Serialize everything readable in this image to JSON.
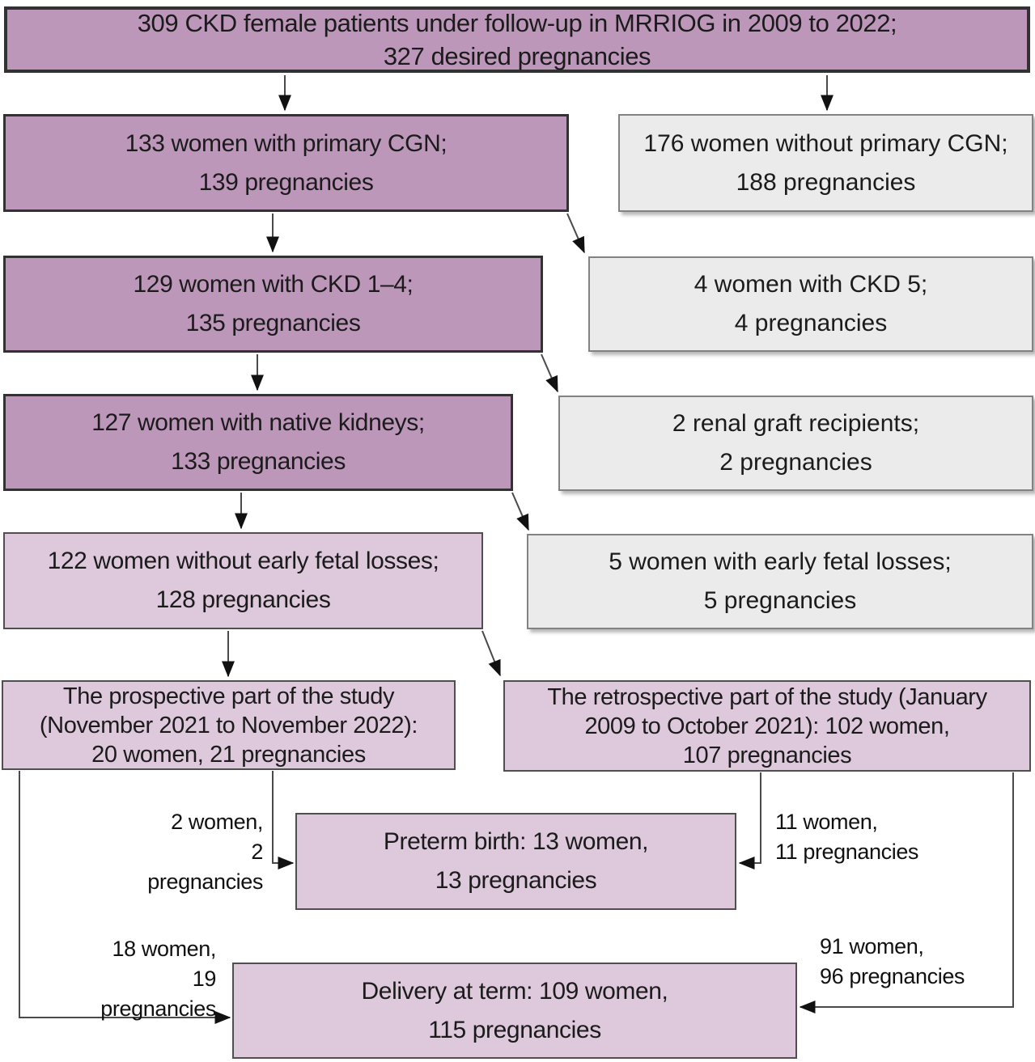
{
  "colors": {
    "dark_fill": "#bd97ba",
    "light_fill": "#ddc8dc",
    "gray_fill": "#ebebeb",
    "dark_border": "#323232",
    "light_border": "#4f4f4f",
    "gray_border": "#828282",
    "arrow_line": "#4a4a4a",
    "arrow_head": "#111111"
  },
  "nodes": {
    "root": {
      "lines": [
        "309 CKD female patients under follow-up in MRRIOG in 2009 to 2022;",
        "327 desired pregnancies"
      ]
    },
    "primary_cgn": {
      "lines": [
        "133 women with primary CGN;",
        "139 pregnancies"
      ]
    },
    "no_primary_cgn": {
      "lines": [
        "176 women without primary CGN;",
        "188 pregnancies"
      ]
    },
    "ckd_1_4": {
      "lines": [
        "129 women with CKD 1–4;",
        "135 pregnancies"
      ]
    },
    "ckd_5": {
      "lines": [
        "4 women with CKD 5;",
        "4 pregnancies"
      ]
    },
    "native_kidneys": {
      "lines": [
        "127 women with native kidneys;",
        "133 pregnancies"
      ]
    },
    "renal_graft": {
      "lines": [
        "2 renal graft recipients;",
        "2 pregnancies"
      ]
    },
    "without_early_fetal_losses": {
      "lines": [
        "122 women without early fetal losses;",
        "128 pregnancies"
      ]
    },
    "early_fetal_losses": {
      "lines": [
        "5 women with early fetal losses;",
        "5 pregnancies"
      ]
    },
    "prospective": {
      "lines": [
        "The prospective part of the study",
        "(November 2021 to November 2022):",
        "20 women, 21 pregnancies"
      ]
    },
    "retrospective": {
      "lines": [
        "The retrospective part of the study (January",
        "2009 to October 2021): 102 women,",
        "107 pregnancies"
      ]
    },
    "preterm": {
      "lines": [
        "Preterm birth: 13 women,",
        "13 pregnancies"
      ]
    },
    "delivery": {
      "lines": [
        "Delivery at term: 109 women,",
        "115 pregnancies"
      ]
    }
  },
  "edge_labels": {
    "prospective_to_preterm": {
      "lines": [
        "2 women,",
        "2 pregnancies"
      ]
    },
    "retrospective_to_preterm": {
      "lines": [
        "11 women,",
        "11 pregnancies"
      ]
    },
    "prospective_to_delivery": {
      "lines": [
        "18 women,",
        "19 pregnancies"
      ]
    },
    "retrospective_to_delivery": {
      "lines": [
        "91 women,",
        "96 pregnancies"
      ]
    }
  }
}
